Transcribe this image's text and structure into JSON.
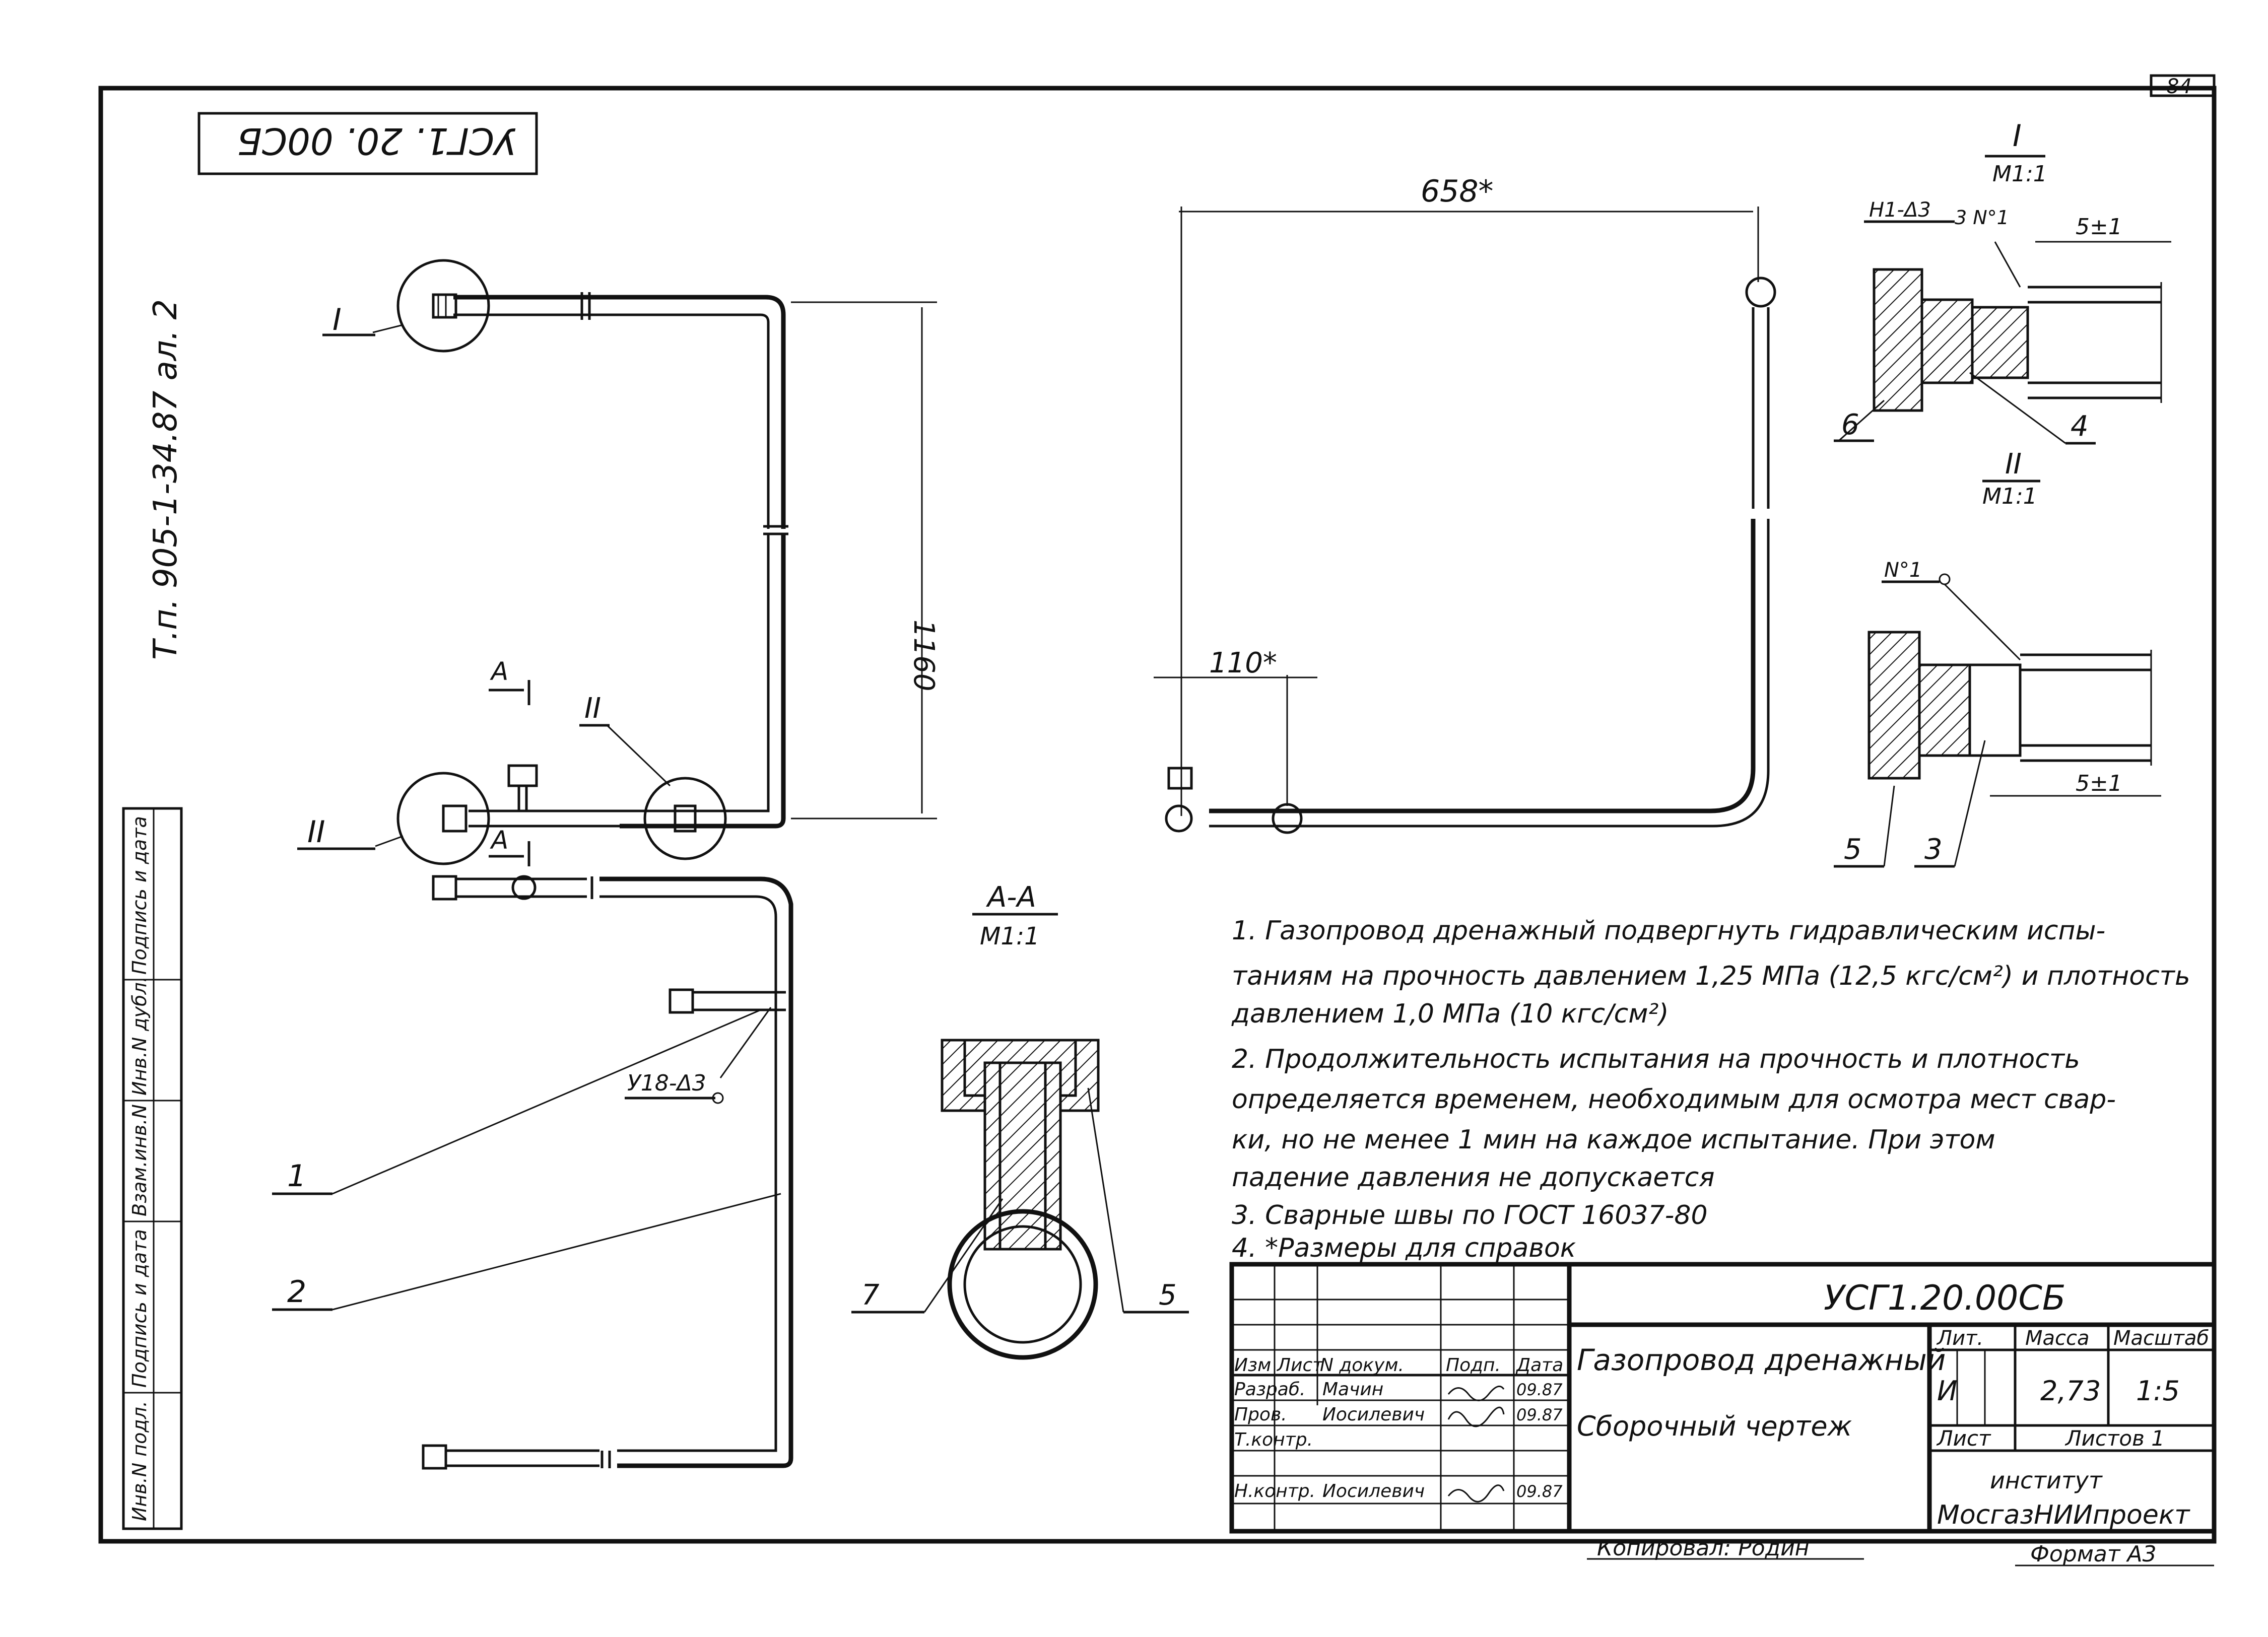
{
  "sheet_number": "84",
  "stamp_code": "УСГ1. 20. 00СБ",
  "album_ref": "Т.п. 905-1-34.87   ал. 2",
  "side_labels": [
    "Инв.N подл.",
    "Подпись и дата",
    "Взам.инв.N",
    "Инв.N дубл.",
    "Подпись и дата"
  ],
  "view_labels": {
    "detail_I": "I",
    "detail_II_a": "II",
    "detail_II_b": "II",
    "section_arrow_top": "A",
    "section_arrow_bottom": "A"
  },
  "dimensions": {
    "height_main": "1160",
    "width_right": "658*",
    "offset_right": "110*",
    "gap_I": "5±1",
    "gap_II": "5±1"
  },
  "details": {
    "I_title": "I",
    "I_scale": "М1:1",
    "II_title": "II",
    "II_scale": "М1:1",
    "section_title": "А-А",
    "section_scale": "М1:1",
    "weld_I": "Н1-Δ3",
    "weld_main": "У18-Δ3",
    "weld_no_I": "3 N°1",
    "weld_no_II": "N°1"
  },
  "positions": {
    "p1": "1",
    "p2": "2",
    "p3": "3",
    "p4": "4",
    "p5_detail": "5",
    "p5_section": "5",
    "p6": "6",
    "p7": "7"
  },
  "notes": [
    "1. Газопровод дренажный подвергнуть гидравлическим испы-",
    "таниям на прочность давлением 1,25 МПа (12,5 кгс/см²) и плотность",
    "давлением 1,0 МПа (10 кгс/см²)",
    "2. Продолжительность испытания на прочность и плотность",
    "определяется временем, необходимым для осмотра мест свар-",
    "ки, но не менее 1 мин на каждое испытание. При этом",
    "падение давления не допускается",
    "3. Сварные швы по ГОСТ 16037-80",
    "4. *Размеры для справок"
  ],
  "title_block": {
    "doc_code": "УСГ1.20.00СБ",
    "name_line1": "Газопровод дренажный",
    "name_line2": "Сборочный чертеж",
    "col_headers": [
      "Изм",
      "Лист",
      "N докум.",
      "Подп.",
      "Дата"
    ],
    "roles": [
      "Разраб.",
      "Пров.",
      "Т.контр.",
      "",
      "Н.контр."
    ],
    "names": [
      "Мачин",
      "Иосилевич",
      "",
      "",
      "Иосилевич"
    ],
    "dates": [
      "09.87",
      "09.87",
      "",
      "",
      "09.87"
    ],
    "lit_label": "Лит.",
    "mass_label": "Масса",
    "scale_label": "Масштаб",
    "lit_value": "И",
    "mass_value": "2,73",
    "scale_value": "1:5",
    "sheet_label": "Лист",
    "sheets_label": "Листов 1",
    "org_line1": "институт",
    "org_line2": "МосгазНИИпроект"
  },
  "copied_by": "Копировал: Родин",
  "format": "Формат А3"
}
